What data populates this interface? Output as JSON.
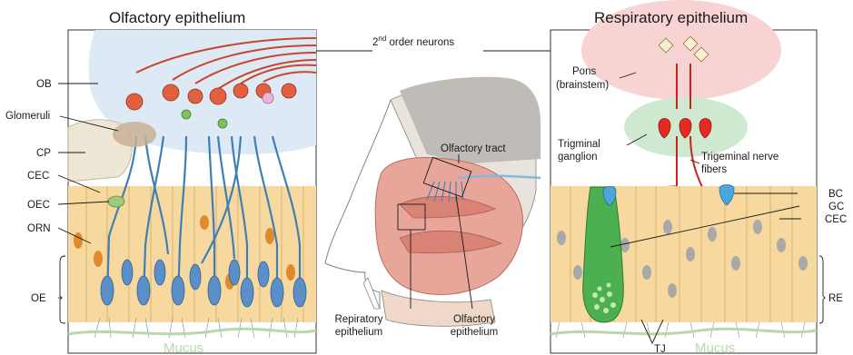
{
  "titles": {
    "olfactory": "Olfactory epithelium",
    "respiratory": "Respiratory epithelium"
  },
  "center": {
    "second_order_prefix": "2",
    "second_order_sup": "nd",
    "second_order_suffix": " order neurons",
    "olfactory_tract": "Olfactory tract",
    "repiratory_epithelium_l1": "Repiratory",
    "repiratory_epithelium_l2": "epithelium",
    "olfactory_epithelium_l1": "Olfactory",
    "olfactory_epithelium_l2": "epithelium"
  },
  "left_labels": {
    "ob": "OB",
    "glomeruli": "Glomeruli",
    "cp": "CP",
    "cec": "CEC",
    "oec": "OEC",
    "orn": "ORN",
    "oe": "OE",
    "mucus": "Mucus"
  },
  "right_labels": {
    "pons_l1": "Pons",
    "pons_l2": "(brainstem)",
    "trigeminal_ganglion_l1": "Trigminal",
    "trigeminal_ganglion_l2": "ganglion",
    "trigeminal_fibers_l1": "Trigeminal nerve",
    "trigeminal_fibers_l2": "fibers",
    "bc": "BC",
    "gc": "GC",
    "cec": "CEC",
    "re": "RE",
    "tj": "TJ",
    "mucus": "Mucus"
  },
  "colors": {
    "neuron_red": "#c8452e",
    "neuron_blue": "#3f7fb5",
    "cell_tan": "#f7d9a0",
    "mucus_green": "#b9d9a9",
    "bulb_blue": "#dde9f4",
    "pons_pink": "#f7d3d3",
    "ganglion_green": "#cfe8d0",
    "goblet_green": "#4caf50",
    "basal_blue": "#4aa6dc"
  }
}
